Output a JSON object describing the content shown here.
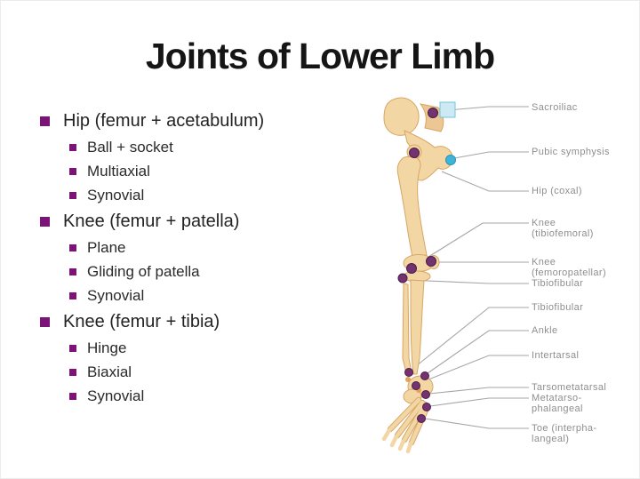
{
  "title": "Joints of Lower Limb",
  "bullets": [
    {
      "label": "Hip (femur + acetabulum)",
      "sub": [
        "Ball + socket",
        "Multiaxial",
        "Synovial"
      ]
    },
    {
      "label": "Knee (femur + patella)",
      "sub": [
        "Plane",
        "Gliding of patella",
        "Synovial"
      ]
    },
    {
      "label": "Knee (femur + tibia)",
      "sub": [
        "Hinge",
        "Biaxial",
        "Synovial"
      ]
    }
  ],
  "diagram_labels": [
    "Sacroiliac",
    "Pubic symphysis",
    "Hip (coxal)",
    "Knee\n(tibiofemoral)",
    "Knee\n(femoropatellar)",
    "Tibiofibular",
    "Tibiofibular",
    "Ankle",
    "Intertarsal",
    "Tarsometatarsal",
    "Metatarso-\nphalangeal",
    "Toe (interpha-\nlangeal)"
  ],
  "colors": {
    "bullet_square": "#7c1379",
    "body_text": "#232323",
    "title_text": "#151515",
    "diagram_label_text": "#8e8e8e",
    "leader_line": "#a5a5a5",
    "bone_fill": "#f2d7a4",
    "bone_outline": "#d8a564",
    "joint_dot": "#733270",
    "cyan_marker": "#3fb4d8"
  }
}
